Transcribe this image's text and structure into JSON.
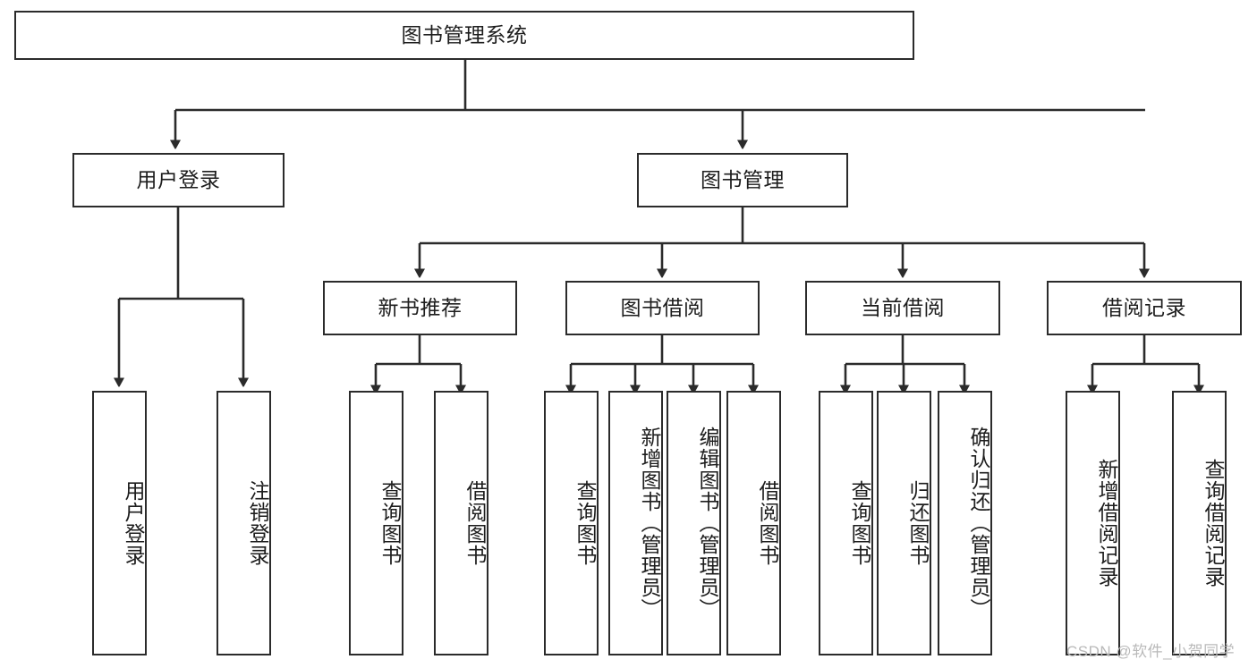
{
  "diagram": {
    "type": "tree-hierarchy-diagram",
    "title": "图书管理系统",
    "colors": {
      "stroke": "#2b2b2b",
      "fill": "#ffffff",
      "text": "#1d1d1d",
      "watermark": "#b9b9b9"
    },
    "levels": {
      "root": {
        "label": "图书管理系统"
      },
      "level2": [
        {
          "id": "user-login",
          "label": "用户登录"
        },
        {
          "id": "book-management",
          "label": "图书管理"
        }
      ],
      "level3": [
        {
          "id": "new-book-recommend",
          "label": "新书推荐",
          "parent": "book-management"
        },
        {
          "id": "book-borrow",
          "label": "图书借阅",
          "parent": "book-management"
        },
        {
          "id": "current-borrow",
          "label": "当前借阅",
          "parent": "book-management"
        },
        {
          "id": "borrow-record",
          "label": "借阅记录",
          "parent": "book-management"
        }
      ],
      "leaves": [
        {
          "id": "leaf-user-login",
          "label": "用户登录",
          "parent": "user-login"
        },
        {
          "id": "leaf-logout-login",
          "label": "注销登录",
          "parent": "user-login"
        },
        {
          "id": "leaf-query-book-1",
          "label": "查询图书",
          "parent": "new-book-recommend"
        },
        {
          "id": "leaf-borrow-book-1",
          "label": "借阅图书",
          "parent": "new-book-recommend"
        },
        {
          "id": "leaf-query-book-2",
          "label": "查询图书",
          "parent": "book-borrow"
        },
        {
          "id": "leaf-add-book",
          "label": "新增图书（管理员）",
          "parent": "book-borrow"
        },
        {
          "id": "leaf-edit-book",
          "label": "编辑图书（管理员）",
          "parent": "book-borrow"
        },
        {
          "id": "leaf-borrow-book-2",
          "label": "借阅图书",
          "parent": "book-borrow"
        },
        {
          "id": "leaf-query-book-3",
          "label": "查询图书",
          "parent": "current-borrow"
        },
        {
          "id": "leaf-return-book",
          "label": "归还图书",
          "parent": "current-borrow"
        },
        {
          "id": "leaf-confirm-return",
          "label": "确认归还（管理员）",
          "parent": "current-borrow"
        },
        {
          "id": "leaf-add-record",
          "label": "新增借阅记录",
          "parent": "borrow-record"
        },
        {
          "id": "leaf-query-record",
          "label": "查询借阅记录",
          "parent": "borrow-record"
        }
      ]
    },
    "watermark": "CSDN @软件_小贺同学"
  }
}
